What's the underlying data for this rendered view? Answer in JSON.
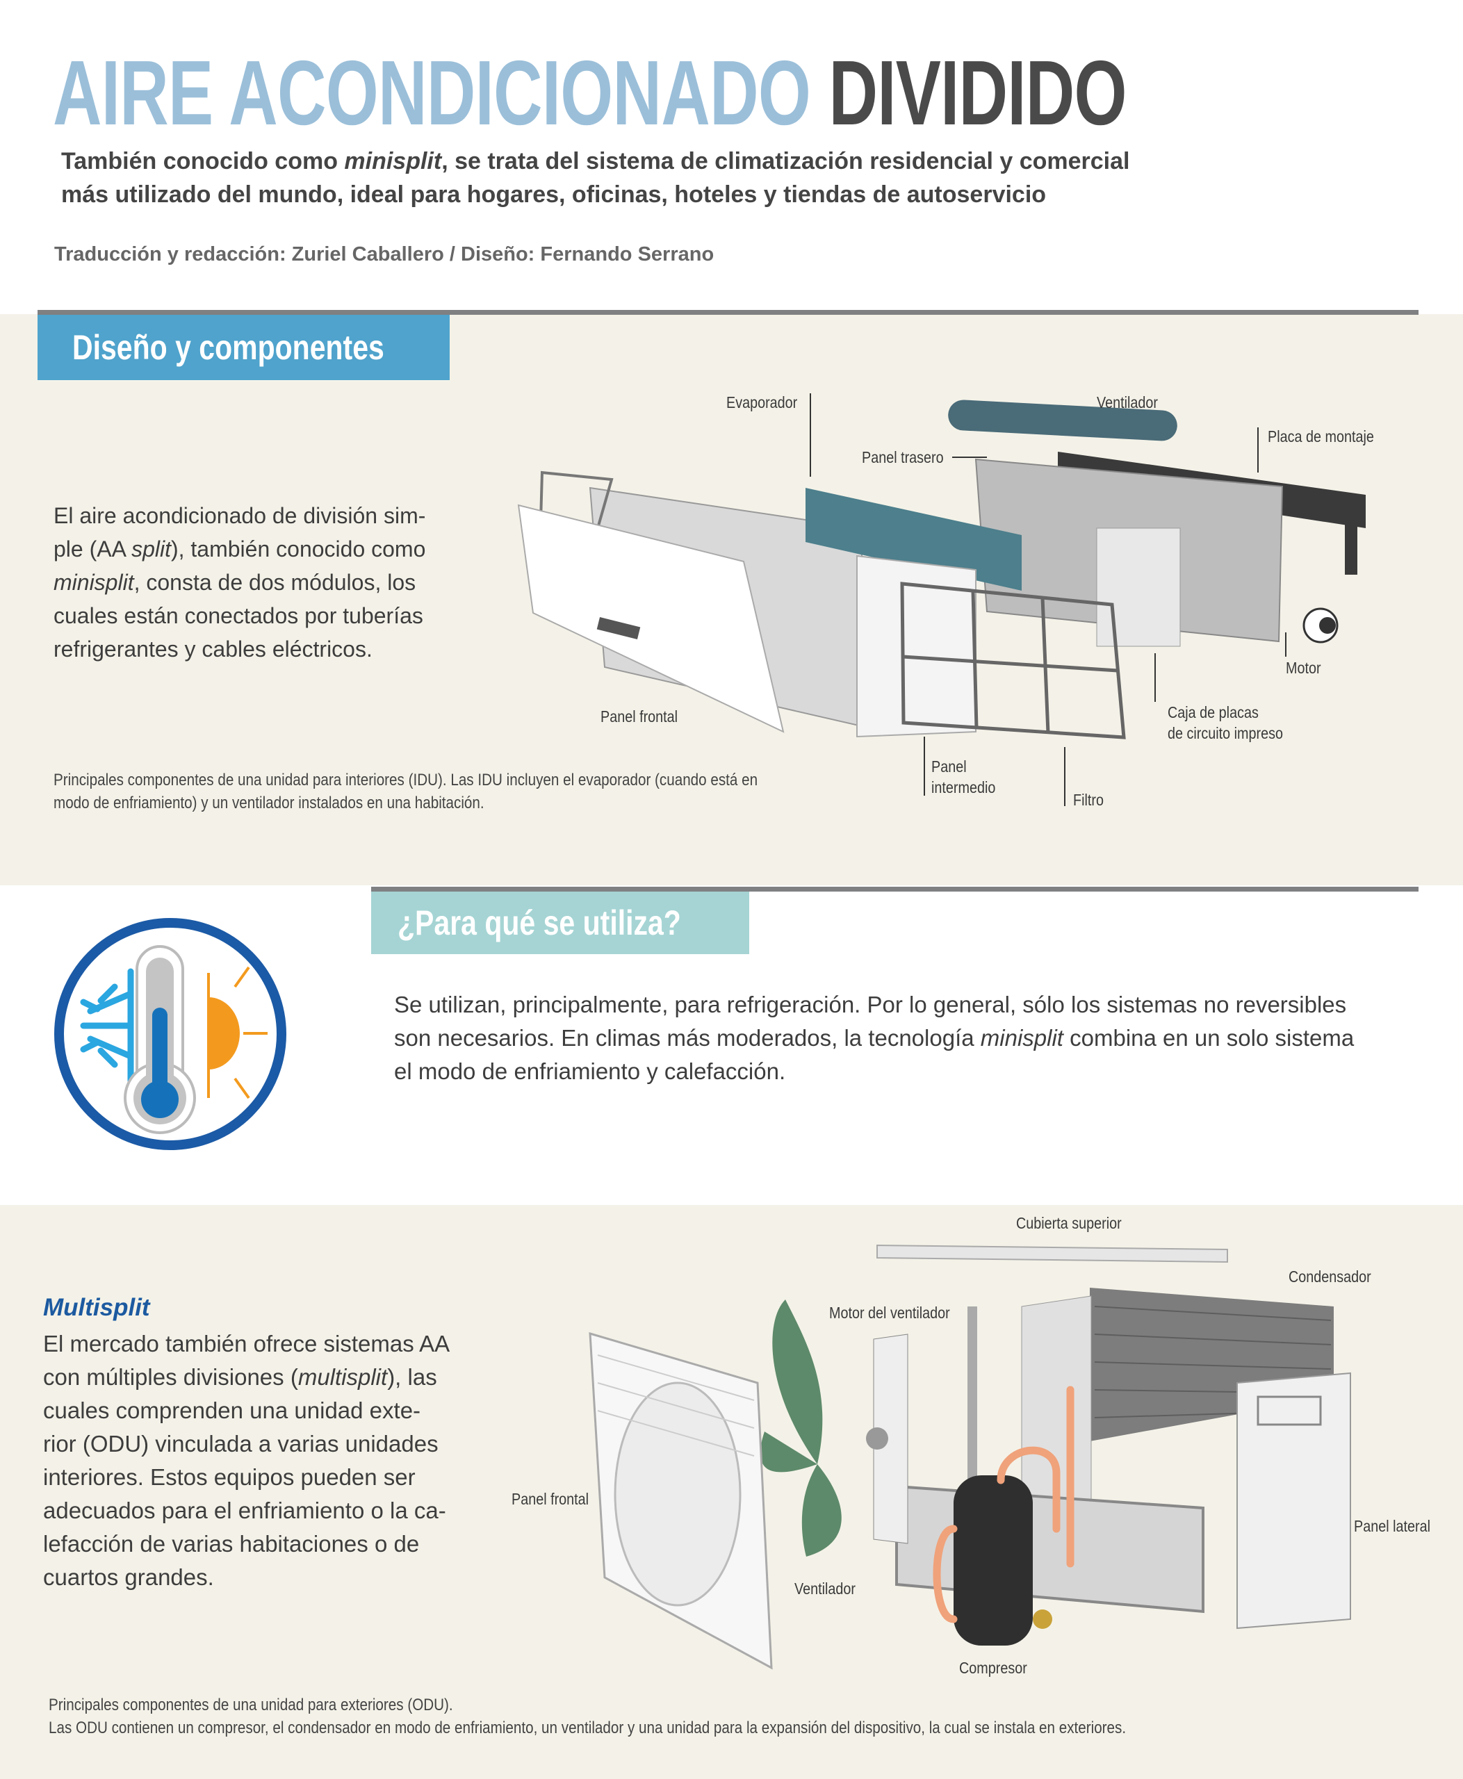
{
  "header": {
    "title_part1": "AIRE ACONDICIONADO",
    "title_part2": "DIVIDIDO",
    "subtitle_pre": "También conocido como ",
    "subtitle_italic": "minisplit",
    "subtitle_post": ", se trata del sistema de climatización residencial y comercial",
    "subtitle_line2": "más utilizado del mundo, ideal para hogares, oficinas, hoteles y tiendas de autoservicio",
    "credits": "Traducción y redacción: Zuriel Caballero / Diseño: Fernando Serrano"
  },
  "section_design": {
    "heading": "Diseño y componentes",
    "p_1": "El aire acondicionado de división sim-",
    "p_2a": "ple (AA ",
    "p_2i": "split",
    "p_2b": "), también conocido como",
    "p_3i": "minisplit",
    "p_3b": ", consta de dos módulos, los",
    "p_4": "cuales están conectados por tuberías",
    "p_5": "refrigerantes y cables eléctricos.",
    "labels": {
      "evaporador": "Evaporador",
      "ventilador": "Ventilador",
      "placa": "Placa de montaje",
      "panel_trasero": "Panel trasero",
      "motor": "Motor",
      "caja_1": "Caja de placas",
      "caja_2": "de circuito impreso",
      "panel_frontal": "Panel frontal",
      "panel_intermedio_1": "Panel",
      "panel_intermedio_2": "intermedio",
      "filtro": "Filtro"
    },
    "caption_1": "Principales componentes de una unidad para interiores (IDU). Las IDU incluyen el evaporador (cuando está en",
    "caption_2": "modo de enfriamiento) y un ventilador instalados en una habitación."
  },
  "section_use": {
    "heading": "¿Para qué se utiliza?",
    "l1": "Se utilizan, principalmente, para refrigeración. Por lo general, sólo los sistemas no reversibles",
    "l2a": "son necesarios. En climas más moderados, la tecnología ",
    "l2i": "minisplit",
    "l2b": " combina en un solo sistema",
    "l3": "el modo de enfriamiento y calefacción.",
    "icon": "thermometer-snowflake-sun-icon"
  },
  "section_multi": {
    "heading": "Multisplit",
    "p1": "El mercado también ofrece sistemas AA",
    "p2a": "con múltiples divisiones (",
    "p2i": "multisplit",
    "p2b": "), las",
    "p3": "cuales comprenden una unidad exte-",
    "p4": "rior (ODU) vinculada a varias unidades",
    "p5": "interiores. Estos equipos pueden ser",
    "p6": "adecuados para el enfriamiento o la ca-",
    "p7": "lefacción de varias habitaciones o de",
    "p8": "cuartos grandes.",
    "labels": {
      "cubierta": "Cubierta superior",
      "condensador": "Condensador",
      "motor_vent": "Motor del ventilador",
      "panel_frontal": "Panel frontal",
      "panel_lateral": "Panel lateral",
      "ventilador": "Ventilador",
      "compresor": "Compresor"
    },
    "caption_1": "Principales componentes de una unidad para exteriores (ODU).",
    "caption_2": "Las ODU contienen un compresor, el condensador en modo de enfriamiento, un ventilador y una unidad para la expansión del dispositivo, la cual se instala en exteriores."
  },
  "colors": {
    "title_light": "#9bbfd9",
    "title_dark": "#4a4a4a",
    "tag_blue": "#4fa3cc",
    "tag_teal": "#a6d4d4",
    "beige": "#f4f2e8",
    "multisplit": "#1c5aa0"
  }
}
